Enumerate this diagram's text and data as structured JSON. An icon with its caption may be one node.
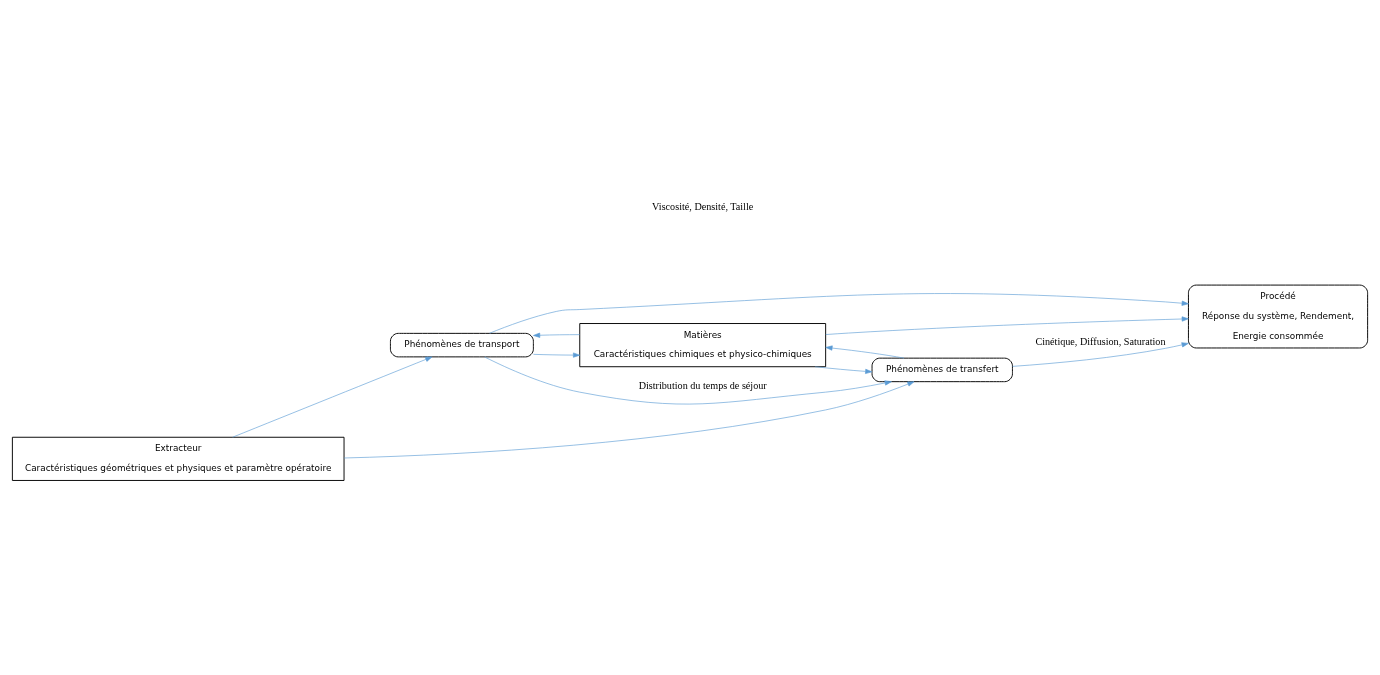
{
  "diagram": {
    "nodes": [
      {
        "text": [
          "Phénomènes de transport"
        ]
      },
      {
        "text": [
          "Extracteur",
          "Caractéristiques géométriques et physiques et paramètre opératoire"
        ]
      },
      {
        "text": [
          "Matières",
          "Caractéristiques chimiques et physico-chimiques"
        ]
      },
      {
        "text": [
          "Procédé",
          "Réponse du système, Rendement,",
          "Energie consommée"
        ]
      },
      {
        "text": [
          "Phénomènes de transfert"
        ]
      }
    ],
    "edges": [
      {
        "from": 1,
        "to": 0,
        "arrow": "to",
        "color": "#5b9bd5"
      },
      {
        "from": 0,
        "to": 3,
        "arrow": "to",
        "color": "#5b9bd5"
      },
      {
        "from": 0,
        "to": 4,
        "arrow": "to",
        "label": "Distribution du temps de séjour",
        "color": "#5b9bd5"
      },
      {
        "from": 2,
        "to": 0,
        "arrow": "to",
        "color": "#5b9bd5"
      },
      {
        "from": 0,
        "to": 2,
        "arrow": "to",
        "color": "#5b9bd5"
      },
      {
        "from": 1,
        "to": 4,
        "arrow": "to",
        "color": "#5b9bd5"
      },
      {
        "from": 4,
        "to": 2,
        "arrow": "to",
        "color": "#5b9bd5"
      },
      {
        "from": 2,
        "to": 4,
        "arrow": "to",
        "color": "#5b9bd5"
      },
      {
        "from": 2,
        "to": 3,
        "arrow": "to",
        "color": "#5b9bd5"
      },
      {
        "from": 4,
        "to": 3,
        "arrow": "to",
        "label": "Cinétique, Diffusion, Saturation",
        "color": "#5b9bd5"
      }
    ],
    "labels": [
      "Viscosité, Densité, Taille"
    ]
  }
}
